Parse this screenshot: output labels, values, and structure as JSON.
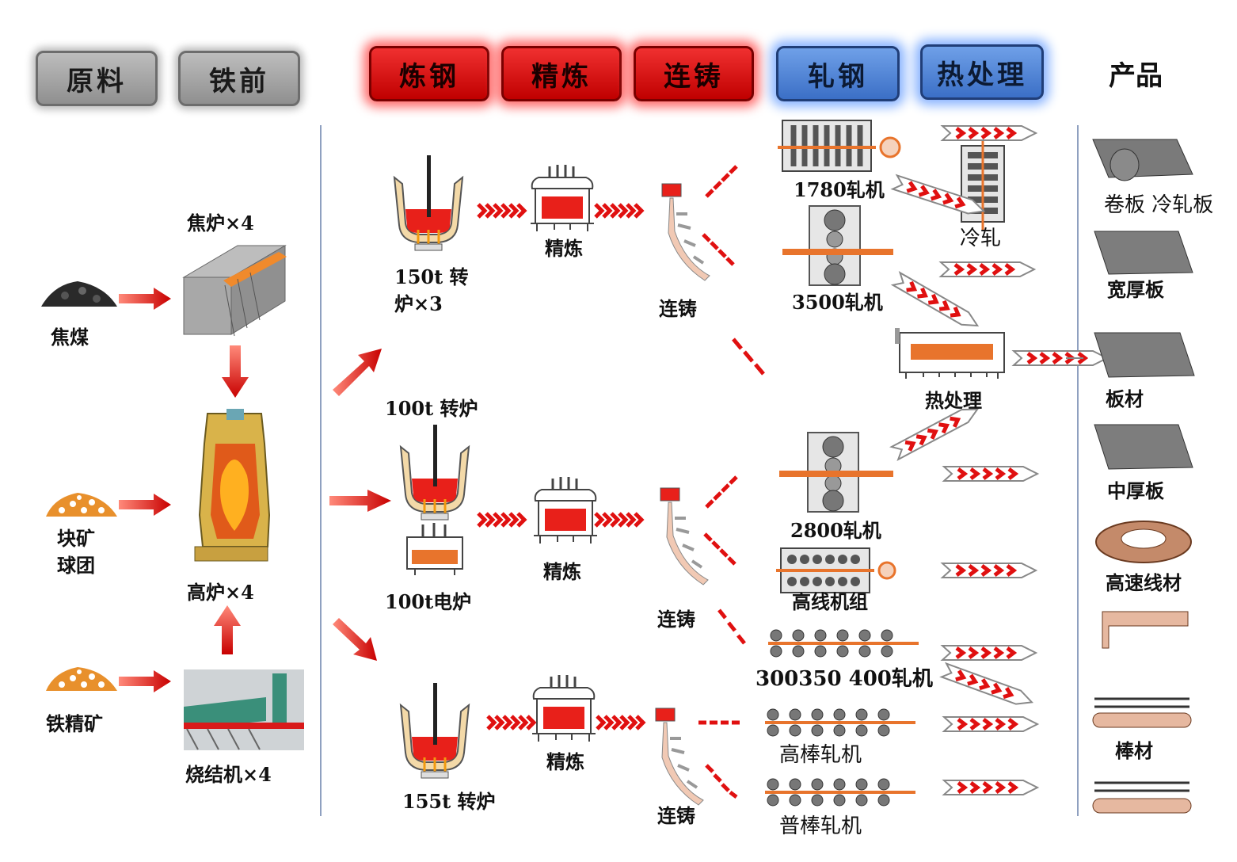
{
  "headers": {
    "raw_materials": "原料",
    "pre_iron": "铁前",
    "steelmaking": "炼钢",
    "refining": "精炼",
    "continuous_casting": "连铸",
    "rolling": "轧钢",
    "heat_treatment": "热处理",
    "products": "产品"
  },
  "raw_materials": {
    "coking_coal": "焦煤",
    "lump_ore": "块矿",
    "pellets": "球团",
    "iron_concentrate": "铁精矿"
  },
  "iron_making": {
    "coke_oven": "焦炉×4",
    "blast_furnace": "高炉×4",
    "sinter": "烧结机×4"
  },
  "steel_making": {
    "bof_150": "150t 转",
    "bof_150_cont": "炉×3",
    "bof_100": "100t 转炉",
    "eaf_100": "100t电炉",
    "bof_155": "155t 转炉"
  },
  "refining": {
    "r1": "精炼",
    "r2": "精炼",
    "r3": "精炼"
  },
  "casting": {
    "c1": "连铸",
    "c2": "连铸",
    "c3": "连铸"
  },
  "rolling": {
    "mill_1780": "1780轧机",
    "mill_3500": "3500轧机",
    "cold_rolling": "冷轧",
    "heat_treat": "热处理",
    "mill_2800": "2800轧机",
    "wire_line": "高线机组",
    "mill_300350400": "300350 400轧机",
    "high_bar": "高棒轧机",
    "common_bar": "普棒轧机"
  },
  "products": {
    "coil_cold": "卷板 冷轧板",
    "wide_plate": "宽厚板",
    "plate": "板材",
    "medium_plate": "中厚板",
    "wire_rod": "高速线材",
    "bar": "棒材"
  },
  "colors": {
    "red": "#e01010",
    "orange": "#e8742c",
    "blue": "#3b6fc6",
    "gray": "#9a9a9a"
  }
}
